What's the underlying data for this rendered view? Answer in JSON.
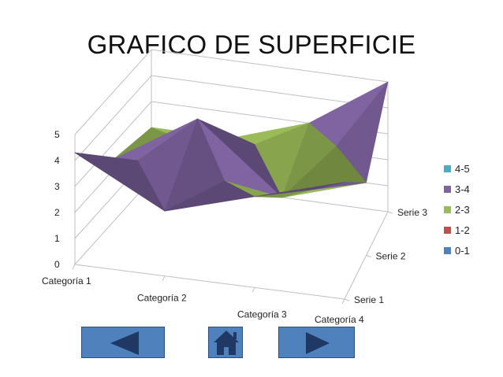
{
  "title": "GRAFICO DE SUPERFICIE",
  "chart_data": {
    "type": "surface",
    "title": "GRAFICO DE SUPERFICIE",
    "categories": [
      "Categoría 1",
      "Categoría 2",
      "Categoría 3",
      "Categoría 4"
    ],
    "series": [
      {
        "name": "Serie 1",
        "values": [
          4.3,
          2.5,
          3.5,
          4.5
        ]
      },
      {
        "name": "Serie 2",
        "values": [
          2.4,
          4.4,
          1.8,
          2.8
        ]
      },
      {
        "name": "Serie 3",
        "values": [
          2.0,
          2.0,
          3.0,
          5.0
        ]
      }
    ],
    "zlim": [
      0,
      5
    ],
    "z_ticks": [
      "0",
      "1",
      "2",
      "3",
      "4",
      "5"
    ],
    "legend": [
      {
        "label": "4-5",
        "color": "#4bacc6"
      },
      {
        "label": "3-4",
        "color": "#8064a2"
      },
      {
        "label": "2-3",
        "color": "#9bbb59"
      },
      {
        "label": "1-2",
        "color": "#c0504d"
      },
      {
        "label": "0-1",
        "color": "#4f81bd"
      }
    ],
    "legend_position": "right",
    "grid": true
  },
  "nav": {
    "prev_icon": "left-triangle-icon",
    "home_icon": "home-icon",
    "next_icon": "right-triangle-icon",
    "button_color": "#4f81bd",
    "arrow_color": "#1f3864"
  }
}
